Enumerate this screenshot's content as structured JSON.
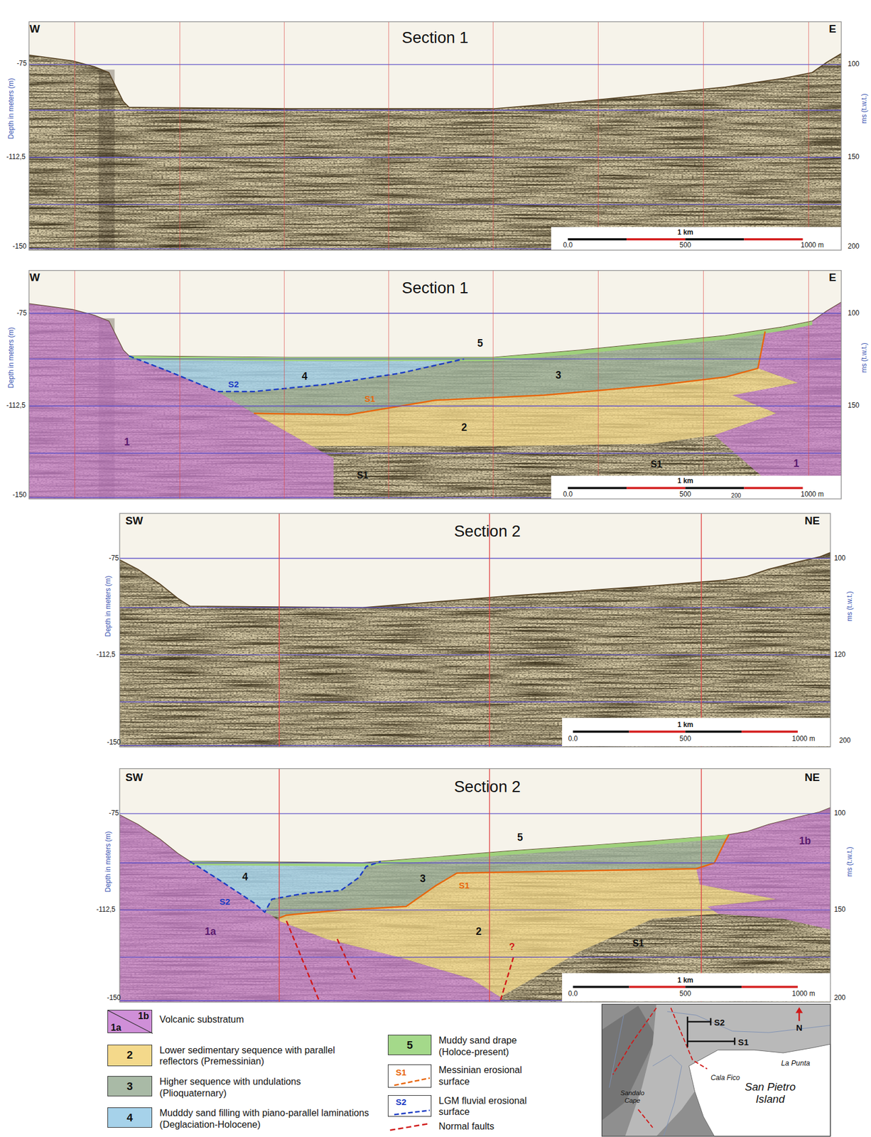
{
  "diagram": {
    "labels": [
      "W",
      "E",
      "Section 1",
      "Depth in meters (m)",
      "-75",
      "-112,5",
      "-150",
      "ms (t.w.t.)",
      "100",
      "150",
      "200",
      "1 km",
      "0.0",
      "500",
      "1000 m",
      "W",
      "E",
      "Section 1",
      "Depth in meters (m)",
      "-75",
      "-112,5",
      "-150",
      "ms (t.w.t.)",
      "100",
      "150",
      "200",
      "1 km",
      "0.0",
      "500",
      "1000 m",
      "5",
      "4",
      "S2",
      "3",
      "S1",
      "2",
      "S1",
      "1",
      "S1",
      "1",
      "SW",
      "NE",
      "Section 2",
      "Depth in meters (m)",
      "-75",
      "-112,5",
      "-150",
      "ms (t.w.t.)",
      "100",
      "120",
      "200",
      "1 km",
      "0.0",
      "500",
      "1000 m",
      "SW",
      "NE",
      "Section 2",
      "Depth in meters (m)",
      "-75",
      "-112,5",
      "-150",
      "ms (t.w.t.)",
      "100",
      "150",
      "200",
      "1 km",
      "0.0",
      "500",
      "1000 m",
      "5",
      "4",
      "S2",
      "3",
      "S1",
      "2",
      "S1",
      "1a",
      "1b",
      "?",
      "1a",
      "1b",
      "2",
      "3",
      "4",
      "5",
      "S1",
      "S2",
      "S2",
      "S1",
      "N",
      "La Punta",
      "San Pietro Island",
      "Cala Fico",
      "Sandalo Cape"
    ],
    "legend": [
      {
        "text": "Volcanic substratum",
        "color": "#cf8fd8"
      },
      {
        "text": "Lower sedimentary sequence with parallel reflectors (Premessinian)",
        "color": "#f4d98b"
      },
      {
        "text": "Higher sequence with undulations (Plioquaternary)",
        "color": "#a9baa6"
      },
      {
        "text": "Mudddy sand filling with piano-parallel laminations (Deglaciation-Holocene)",
        "color": "#a6d2ea"
      },
      {
        "text": "Muddy sand drape (Holoce-present)",
        "color": "#a4d98a"
      },
      {
        "text": "Messinian erosional surface"
      },
      {
        "text": "LGM fluvial erosional surface"
      },
      {
        "text": "Normal faults"
      }
    ]
  }
}
